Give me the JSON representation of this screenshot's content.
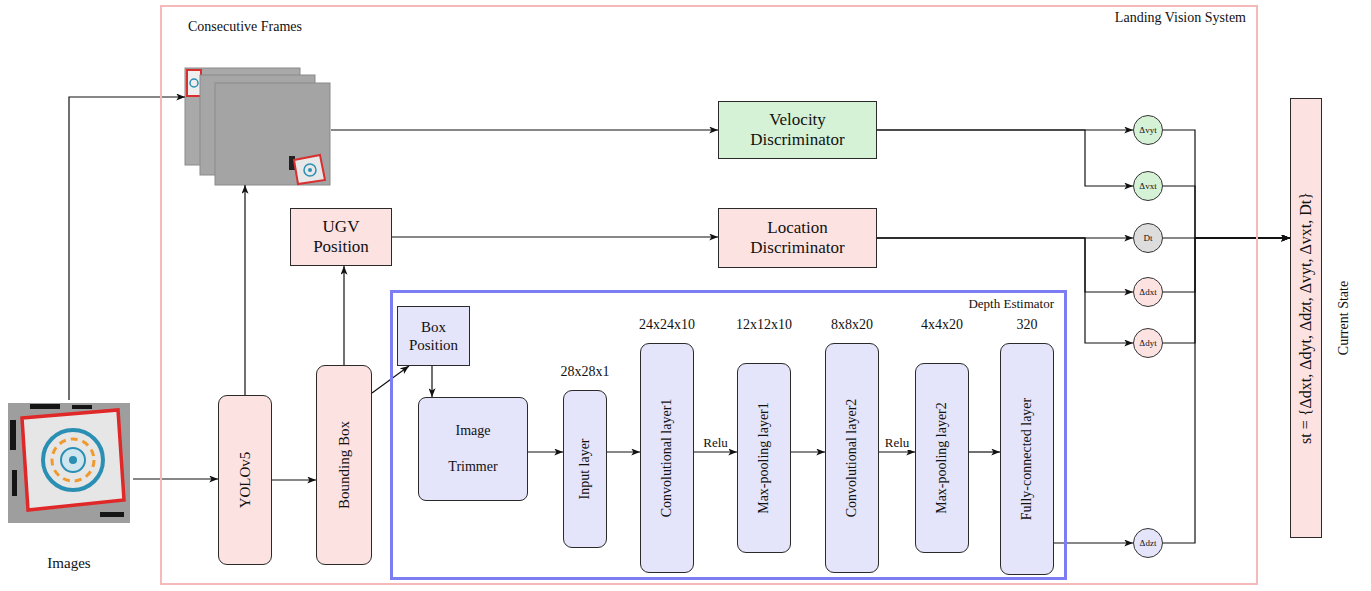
{
  "diagram": {
    "nodes": [
      {
        "text": [
          "Landing Vision System"
        ]
      },
      {
        "text": [
          "Consecutive Frames"
        ],
        "in": 0
      },
      {
        "text": [
          "Velocity Discriminator"
        ],
        "in": 0
      },
      {
        "text": [
          "UGV Position"
        ],
        "in": 0
      },
      {
        "text": [
          "Location Discriminator"
        ],
        "in": 0
      },
      {
        "text": [
          "Depth Estimator"
        ],
        "in": 0
      },
      {
        "text": [
          "Box Position"
        ],
        "in": 5
      },
      {
        "text": [
          "Image Trimmer"
        ],
        "in": 5
      },
      {
        "text": [
          "Input layer"
        ],
        "in": 5
      },
      {
        "text": [
          "Convolutional layer1"
        ],
        "in": 5
      },
      {
        "text": [
          "Max-pooling layer1"
        ],
        "in": 5
      },
      {
        "text": [
          "Convolutional layer2"
        ],
        "in": 5
      },
      {
        "text": [
          "Max-pooling layer2"
        ],
        "in": 5
      },
      {
        "text": [
          "Fully-connected layer"
        ],
        "in": 5
      },
      {
        "text": [
          "Δvyt"
        ],
        "in": 0
      },
      {
        "text": [
          "Δvxt"
        ],
        "in": 0
      },
      {
        "text": [
          "Dt"
        ],
        "in": 0
      },
      {
        "text": [
          "Δdxt"
        ],
        "in": 0
      },
      {
        "text": [
          "Δdyt"
        ],
        "in": 0
      },
      {
        "text": [
          "Δdzt"
        ],
        "in": 0
      },
      {
        "text": [
          "Images"
        ]
      },
      {
        "text": [
          "YOLOv5"
        ],
        "in": 0
      },
      {
        "text": [
          "Bounding Box"
        ],
        "in": 0
      },
      {
        "text": [
          "st = {Δdxt, Δdyt, Δdzt, Δvyt, Δvxt, Dt}",
          "Current State"
        ]
      }
    ],
    "edges": [
      {
        "from": 20,
        "to": 21,
        "arrow": "to"
      },
      {
        "from": 20,
        "to": 1,
        "arrow": "to"
      },
      {
        "from": 21,
        "to": 1,
        "arrow": "to"
      },
      {
        "from": 21,
        "to": 22,
        "arrow": "to"
      },
      {
        "from": 22,
        "to": 3,
        "arrow": "to"
      },
      {
        "from": 22,
        "to": 6,
        "arrow": "to"
      },
      {
        "from": 6,
        "to": 7,
        "arrow": "to"
      },
      {
        "from": 7,
        "to": 8,
        "arrow": "to"
      },
      {
        "from": 8,
        "to": 9,
        "arrow": "to"
      },
      {
        "from": 9,
        "to": 10,
        "label": "Relu",
        "arrow": "to"
      },
      {
        "from": 10,
        "to": 11,
        "arrow": "to"
      },
      {
        "from": 11,
        "to": 12,
        "label": "Relu",
        "arrow": "to"
      },
      {
        "from": 12,
        "to": 13,
        "arrow": "to"
      },
      {
        "from": 13,
        "to": 19,
        "arrow": "to"
      },
      {
        "from": 1,
        "to": 2,
        "arrow": "to"
      },
      {
        "from": 2,
        "to": 14,
        "arrow": "to"
      },
      {
        "from": 2,
        "to": 15,
        "arrow": "to"
      },
      {
        "from": 3,
        "to": 4,
        "arrow": "to"
      },
      {
        "from": 4,
        "to": 16,
        "arrow": "to"
      },
      {
        "from": 4,
        "to": 17,
        "arrow": "to"
      },
      {
        "from": 4,
        "to": 18,
        "arrow": "to"
      },
      {
        "from": 14,
        "to": 23,
        "arrow": "to"
      },
      {
        "from": 15,
        "to": 23,
        "arrow": "to"
      },
      {
        "from": 16,
        "to": 23,
        "arrow": "to"
      },
      {
        "from": 17,
        "to": 23,
        "arrow": "to"
      },
      {
        "from": 18,
        "to": 23,
        "arrow": "to"
      },
      {
        "from": 19,
        "to": 23,
        "arrow": "to"
      }
    ],
    "labels": [
      "28x28x1",
      "24x24x10",
      "12x12x10",
      "8x8x20",
      "4x4x20",
      "320"
    ]
  }
}
